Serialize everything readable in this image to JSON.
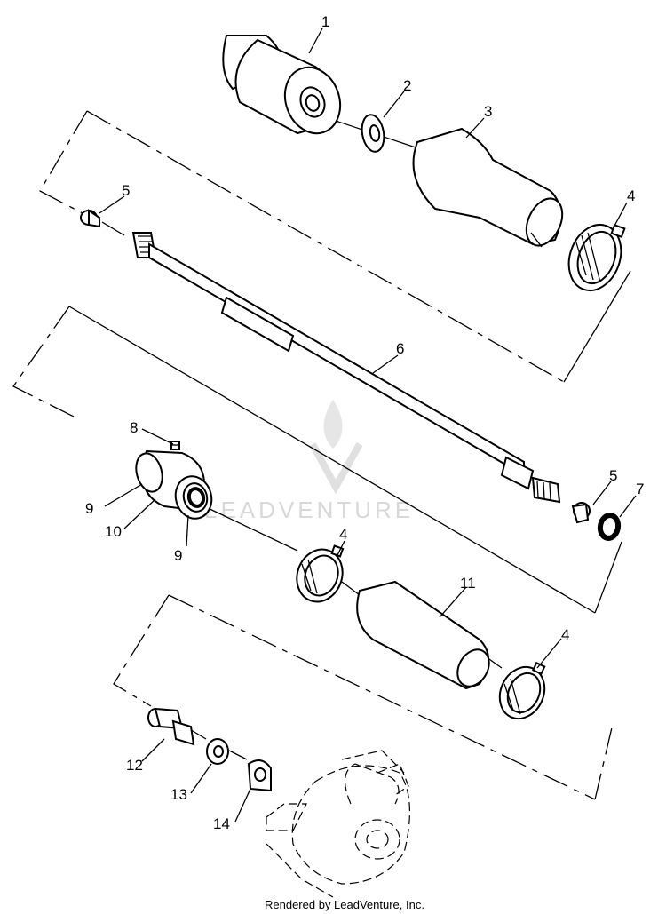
{
  "diagram": {
    "callouts": [
      {
        "id": "c1",
        "label": "1"
      },
      {
        "id": "c2",
        "label": "2"
      },
      {
        "id": "c3",
        "label": "3"
      },
      {
        "id": "c4a",
        "label": "4"
      },
      {
        "id": "c5a",
        "label": "5"
      },
      {
        "id": "c6",
        "label": "6"
      },
      {
        "id": "c5b",
        "label": "5"
      },
      {
        "id": "c7",
        "label": "7"
      },
      {
        "id": "c8",
        "label": "8"
      },
      {
        "id": "c9a",
        "label": "9"
      },
      {
        "id": "c10",
        "label": "10"
      },
      {
        "id": "c9b",
        "label": "9"
      },
      {
        "id": "c4b",
        "label": "4"
      },
      {
        "id": "c11",
        "label": "11"
      },
      {
        "id": "c4c",
        "label": "4"
      },
      {
        "id": "c12",
        "label": "12"
      },
      {
        "id": "c13",
        "label": "13"
      },
      {
        "id": "c14",
        "label": "14"
      }
    ],
    "watermark": "LEADVENTURE",
    "footer": "Rendered by LeadVenture, Inc."
  }
}
